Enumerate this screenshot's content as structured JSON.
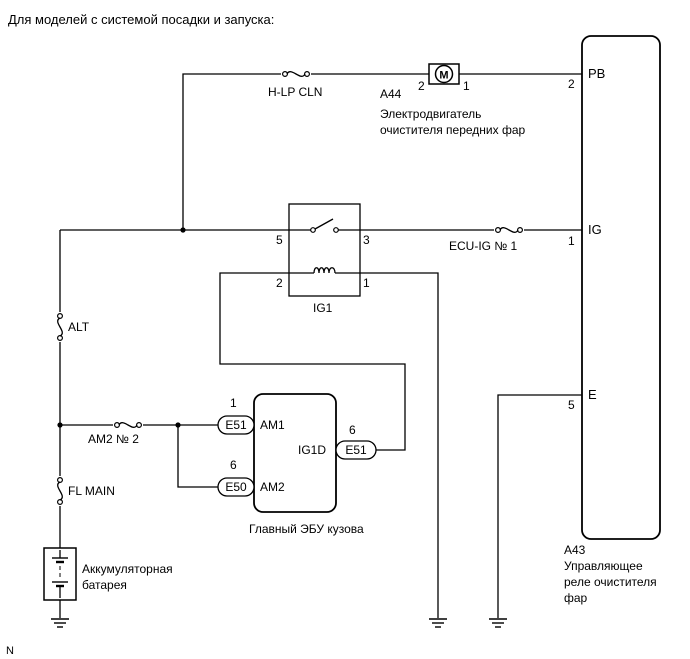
{
  "title": "Для моделей с системой посадки и запуска:",
  "footer_mark": "N",
  "fuses": {
    "hlp": "H-LP CLN",
    "ecu_ig": "ECU-IG № 1",
    "alt": "ALT",
    "am2": "AM2 № 2",
    "fl_main": "FL MAIN"
  },
  "motor": {
    "symbol": "M",
    "code": "A44",
    "name_line1": "Электродвигатель",
    "name_line2": "очистителя передних фар",
    "pin_left": "2",
    "pin_right": "1"
  },
  "relay_unit": {
    "code": "A43",
    "name_line1": "Управляющее",
    "name_line2": "реле очистителя",
    "name_line3": "фар",
    "pb": {
      "label": "PB",
      "pin": "2"
    },
    "ig": {
      "label": "IG",
      "pin": "1"
    },
    "e": {
      "label": "E",
      "pin": "5"
    }
  },
  "ig1_relay": {
    "label": "IG1",
    "pin5": "5",
    "pin3": "3",
    "pin2": "2",
    "pin1": "1"
  },
  "body_ecu": {
    "name": "Главный ЭБУ кузова",
    "am1": "AM1",
    "am2": "AM2",
    "ig1d": "IG1D",
    "conn_am1": "E51",
    "conn_am2": "E50",
    "conn_ig1d": "E51",
    "pin_am1": "1",
    "pin_am2": "6",
    "pin_ig1d": "6"
  },
  "battery": {
    "line1": "Аккумуляторная",
    "line2": "батарея"
  }
}
